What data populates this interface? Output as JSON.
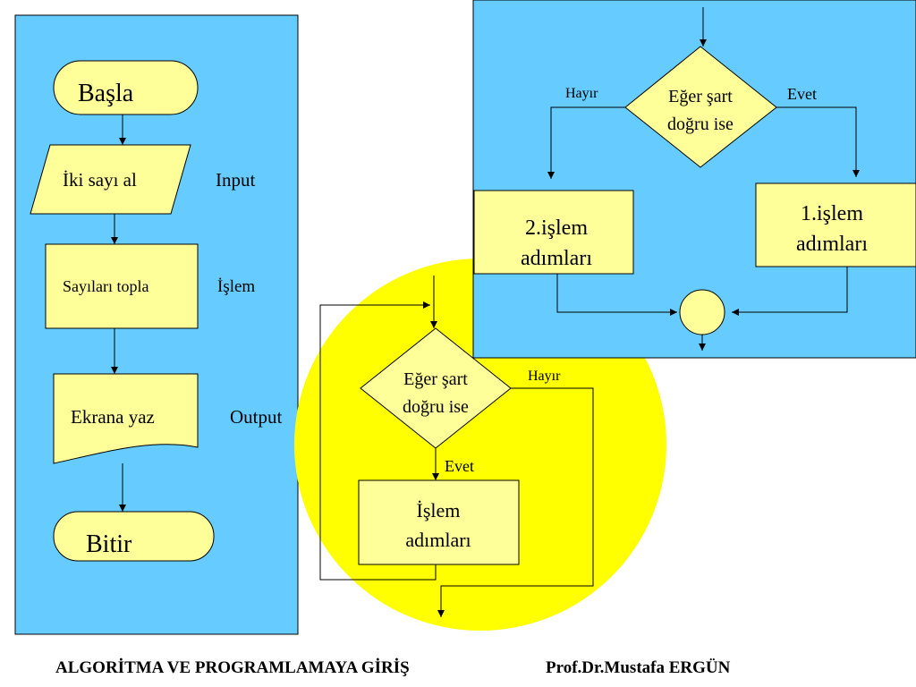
{
  "sequence_flowchart": {
    "start": "Başla",
    "input": "İki sayı al",
    "input_tag": "Input",
    "process": "Sayıları topla",
    "process_tag": "İşlem",
    "output": "Ekrana yaz",
    "output_tag": "Output",
    "end": "Bitir"
  },
  "loop_flowchart": {
    "condition_line1": "Eğer şart",
    "condition_line2": "doğru ise",
    "no_label": "Hayır",
    "yes_label": "Evet",
    "process_line1": "İşlem",
    "process_line2": "adımları"
  },
  "branch_flowchart": {
    "condition_line1": "Eğer şart",
    "condition_line2": "doğru ise",
    "no_label": "Hayır",
    "yes_label": "Evet",
    "left_process_line1": "2.işlem",
    "left_process_line2": "adımları",
    "right_process_line1": "1.işlem",
    "right_process_line2": "adımları"
  },
  "footer": {
    "title": "ALGORİTMA VE PROGRAMLAMAYA GİRİŞ",
    "author": "Prof.Dr.Mustafa ERGÜN"
  },
  "colors": {
    "panel": "#66ccff",
    "shape_fill": "#ffff99",
    "circle": "#ffff00",
    "line": "#000000"
  }
}
